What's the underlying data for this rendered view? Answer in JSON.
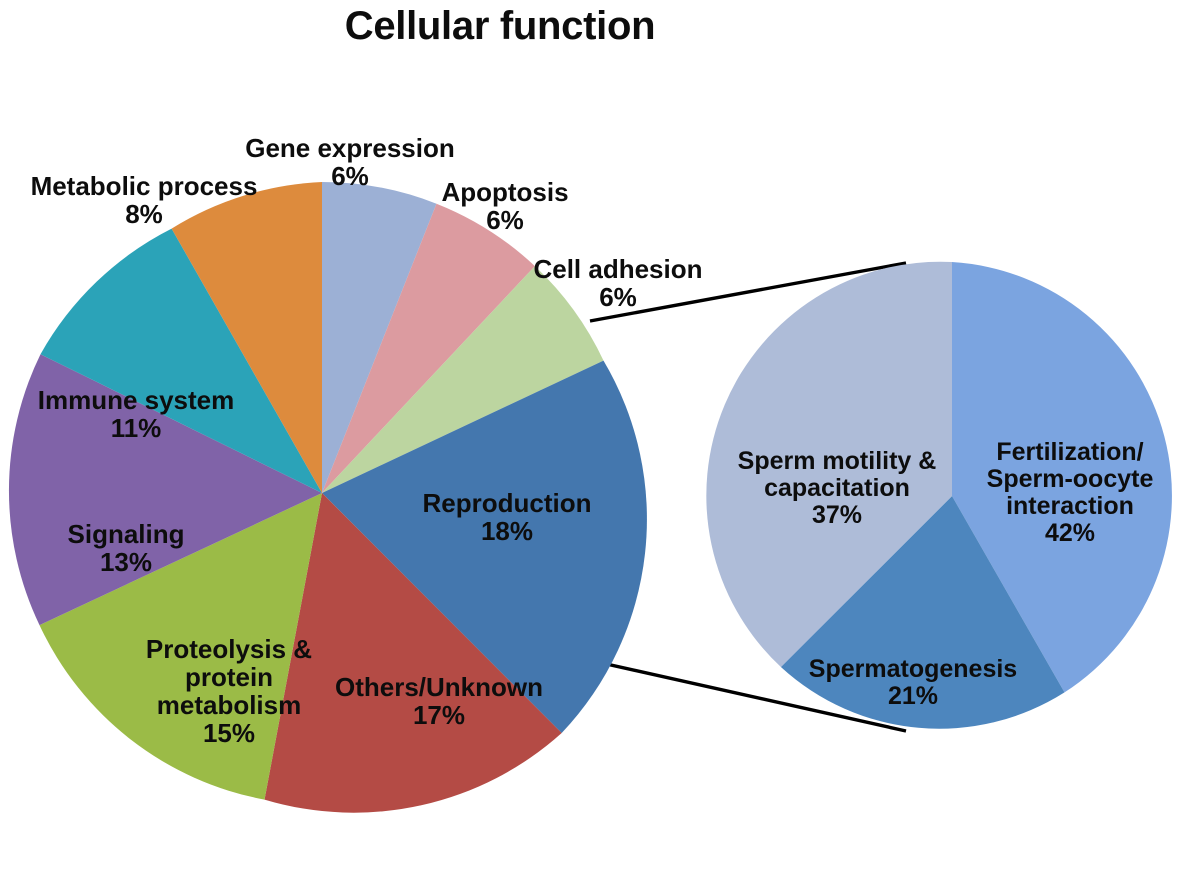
{
  "title": "Cellular function",
  "chart_data": [
    {
      "type": "pie",
      "id": "cellular-function-main",
      "title": "Cellular function",
      "unit": "%",
      "total": 100,
      "start_angle_deg": -90,
      "direction": "clockwise",
      "legend": "none (labels on/around slices)",
      "categories": [
        "Apoptosis",
        "Cell adhesion",
        "Reproduction",
        "Others/Unknown",
        "Proteolysis & protein metabolism",
        "Signaling",
        "Immune system",
        "Metabolic process",
        "Gene expression"
      ],
      "values": [
        6,
        6,
        18,
        17,
        15,
        13,
        11,
        8,
        6
      ],
      "colors": [
        "#dc9ba0",
        "#bcd5a0",
        "#4477ae",
        "#b44b45",
        "#9bbb47",
        "#8063a8",
        "#2ba3b8",
        "#dd8b3d",
        "#9cb0d5"
      ],
      "slices": [
        {
          "label": "Apoptosis",
          "value": 6,
          "value_label": "6%",
          "color": "#dc9ba0",
          "label_position": "outside"
        },
        {
          "label": "Cell adhesion",
          "value": 6,
          "value_label": "6%",
          "color": "#bcd5a0",
          "label_position": "outside"
        },
        {
          "label": "Reproduction",
          "value": 18,
          "value_label": "18%",
          "color": "#4477ae",
          "label_position": "inside"
        },
        {
          "label": "Others/Unknown",
          "value": 17,
          "value_label": "17%",
          "color": "#b44b45",
          "label_position": "inside"
        },
        {
          "label": "Proteolysis & protein metabolism",
          "value": 15,
          "value_label": "15%",
          "color": "#9bbb47",
          "label_position": "inside"
        },
        {
          "label": "Signaling",
          "value": 13,
          "value_label": "13%",
          "color": "#8063a8",
          "label_position": "inside"
        },
        {
          "label": "Immune system",
          "value": 11,
          "value_label": "11%",
          "color": "#2ba3b8",
          "label_position": "inside"
        },
        {
          "label": "Metabolic process",
          "value": 8,
          "value_label": "8%",
          "color": "#dd8b3d",
          "label_position": "outside"
        },
        {
          "label": "Gene expression",
          "value": 6,
          "value_label": "6%",
          "color": "#9cb0d5",
          "label_position": "outside"
        }
      ]
    },
    {
      "type": "pie",
      "id": "reproduction-breakdown",
      "title": "",
      "unit": "%",
      "total": 100,
      "start_angle_deg": -90,
      "direction": "clockwise",
      "legend": "none (labels on slices)",
      "categories": [
        "Fertilization/Sperm-oocyte interaction",
        "Spermatogenesis",
        "Sperm motility & capacitation"
      ],
      "values": [
        42,
        21,
        37
      ],
      "colors": [
        "#7ba4e0",
        "#4d86be",
        "#aebcd8"
      ],
      "slices": [
        {
          "label": "Fertilization/\nSperm-oocyte\ninteraction",
          "value": 42,
          "value_label": "42%",
          "color": "#7ba4e0",
          "label_position": "inside"
        },
        {
          "label": "Spermatogenesis",
          "value": 21,
          "value_label": "21%",
          "color": "#4d86be",
          "label_position": "inside"
        },
        {
          "label": "Sperm motility &\ncapacitation",
          "value": 37,
          "value_label": "37%",
          "color": "#aebcd8",
          "label_position": "inside"
        }
      ]
    }
  ],
  "main_pie": {
    "labels": {
      "gene_expression": {
        "name": "Gene expression",
        "pct": "6%"
      },
      "metabolic_process": {
        "name": "Metabolic process",
        "pct": "8%"
      },
      "apoptosis": {
        "name": "Apoptosis",
        "pct": "6%"
      },
      "cell_adhesion": {
        "name": "Cell adhesion",
        "pct": "6%"
      },
      "immune_system": {
        "name": "Immune system",
        "pct": "11%"
      },
      "signaling": {
        "name": "Signaling",
        "pct": "13%"
      },
      "proteolysis": {
        "name": "Proteolysis &\nprotein\nmetabolism",
        "pct": "15%"
      },
      "others_unknown": {
        "name": "Others/Unknown",
        "pct": "17%"
      },
      "reproduction": {
        "name": "Reproduction",
        "pct": "18%"
      }
    }
  },
  "detail_pie": {
    "labels": {
      "fertilization": {
        "name": "Fertilization/\nSperm-oocyte\ninteraction",
        "pct": "42%"
      },
      "spermatogenesis": {
        "name": "Spermatogenesis",
        "pct": "21%"
      },
      "sperm_motility": {
        "name": "Sperm motility &\ncapacitation",
        "pct": "37%"
      }
    }
  },
  "connectors": {
    "line_color": "#000000",
    "description": "two leader lines linking the Reproduction slice of the main pie to the detail pie"
  }
}
